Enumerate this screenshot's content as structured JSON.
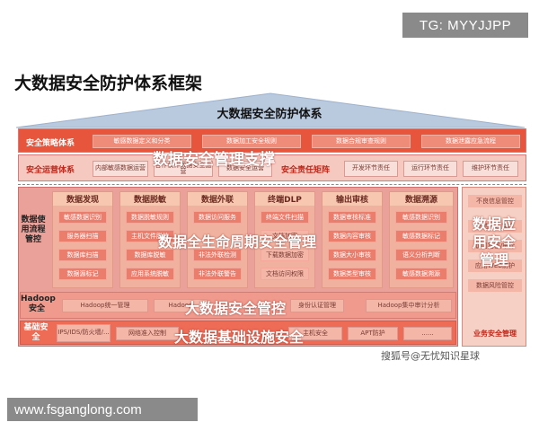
{
  "watermark_top": "TG: MYYJJPP",
  "page_title": "大数据安全防护体系框架",
  "roof_label": "大数据安全防护体系",
  "strategy": {
    "label": "安全策略体系",
    "chips": [
      "敏感数据定义和分类",
      "数据加工安全规则",
      "数据合规审查规则",
      "数据泄露应急流程"
    ]
  },
  "ops": {
    "label": "安全运营体系",
    "chips": [
      "内部敏感数据运营",
      "合作伙伴数据安全运营",
      "数据安全运营",
      "开发环节责任",
      "运行环节责任",
      "维护环节责任"
    ],
    "responsibility": "安全责任矩阵"
  },
  "overlay_support": "数据安全管理支撑",
  "lifecycle": {
    "side_label": "数据使用流程管控",
    "overlay": "数据全生命周期安全管理",
    "stages": [
      {
        "name": "数据发现",
        "items": [
          "敏感数据识别",
          "服务器扫描",
          "数据库扫描",
          "数据源标记"
        ]
      },
      {
        "name": "数据脱敏",
        "items": [
          "数据脱敏规则",
          "主机文件脱敏",
          "数据库脱敏",
          "应用系统脱敏"
        ]
      },
      {
        "name": "数据外联",
        "items": [
          "数据访问服务",
          "",
          "非法外联检测",
          "非法外联警告"
        ]
      },
      {
        "name": "终端DLP",
        "items": [
          "终端文件扫描",
          "文档加密",
          "下载数据加密",
          "文档访问权限"
        ]
      },
      {
        "name": "输出审核",
        "items": [
          "数据审核标准",
          "数据内容审核",
          "数据大小审核",
          "数据类型审核"
        ]
      },
      {
        "name": "数据溯源",
        "items": [
          "敏感数据识别",
          "敏感数据标记",
          "语义分析判断",
          "敏感数据溯源"
        ]
      }
    ]
  },
  "hadoop": {
    "side_label": "Hadoop安全",
    "overlay": "大数据安全管控",
    "chips": [
      "Hadoop统一管理",
      "Hadoop",
      "身份认证管理",
      "Hadoop集中审计分析"
    ]
  },
  "base": {
    "side_label": "基础安全",
    "overlay": "大数据基础设施安全",
    "chips": [
      "IPS/IDS/防火墙/...",
      "网络准入控制",
      "主机安全",
      "APT防护",
      "......"
    ]
  },
  "right": {
    "overlay": "数据应用安全管理",
    "chips": [
      "不良信息管控",
      "短信内容监控",
      "访问加密/审计",
      "应用WEB防护",
      "数据风险管控"
    ],
    "bottom_label": "业务安全管理"
  },
  "watermark_sohu": "搜狐号@无忧知识星球",
  "watermark_bottom": "www.fsganglong.com",
  "colors": {
    "strategy_band": "#e8553d",
    "ops_band": "#f6c9c0",
    "base_band": "#ee6b55",
    "overlay_text": "#ffffff"
  }
}
